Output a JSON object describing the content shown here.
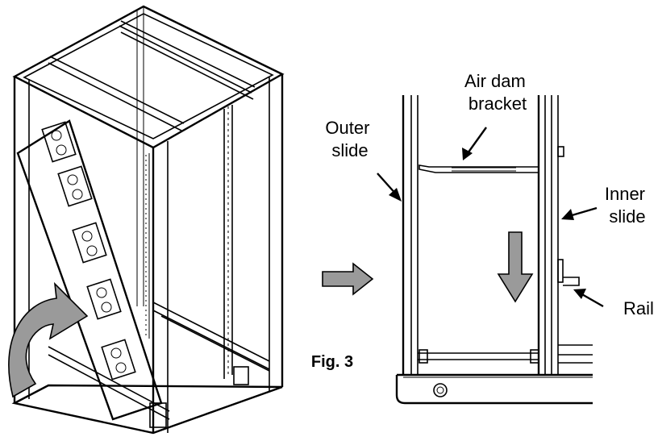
{
  "figure": {
    "caption": "Fig. 3"
  },
  "callouts": {
    "outer_slide": [
      "Outer",
      "slide"
    ],
    "air_dam_bracket": [
      "Air dam",
      "bracket"
    ],
    "inner_slide": [
      "Inner",
      "slide"
    ],
    "rail": "Rail"
  },
  "colors": {
    "arrow_fill": "#9a9a9a",
    "line": "#000000",
    "background": "#ffffff"
  },
  "icons": {
    "rotate_arrow": "curved-rotate-arrow",
    "next_step_arrow": "right-arrow",
    "slide_down_arrow": "down-arrow"
  }
}
